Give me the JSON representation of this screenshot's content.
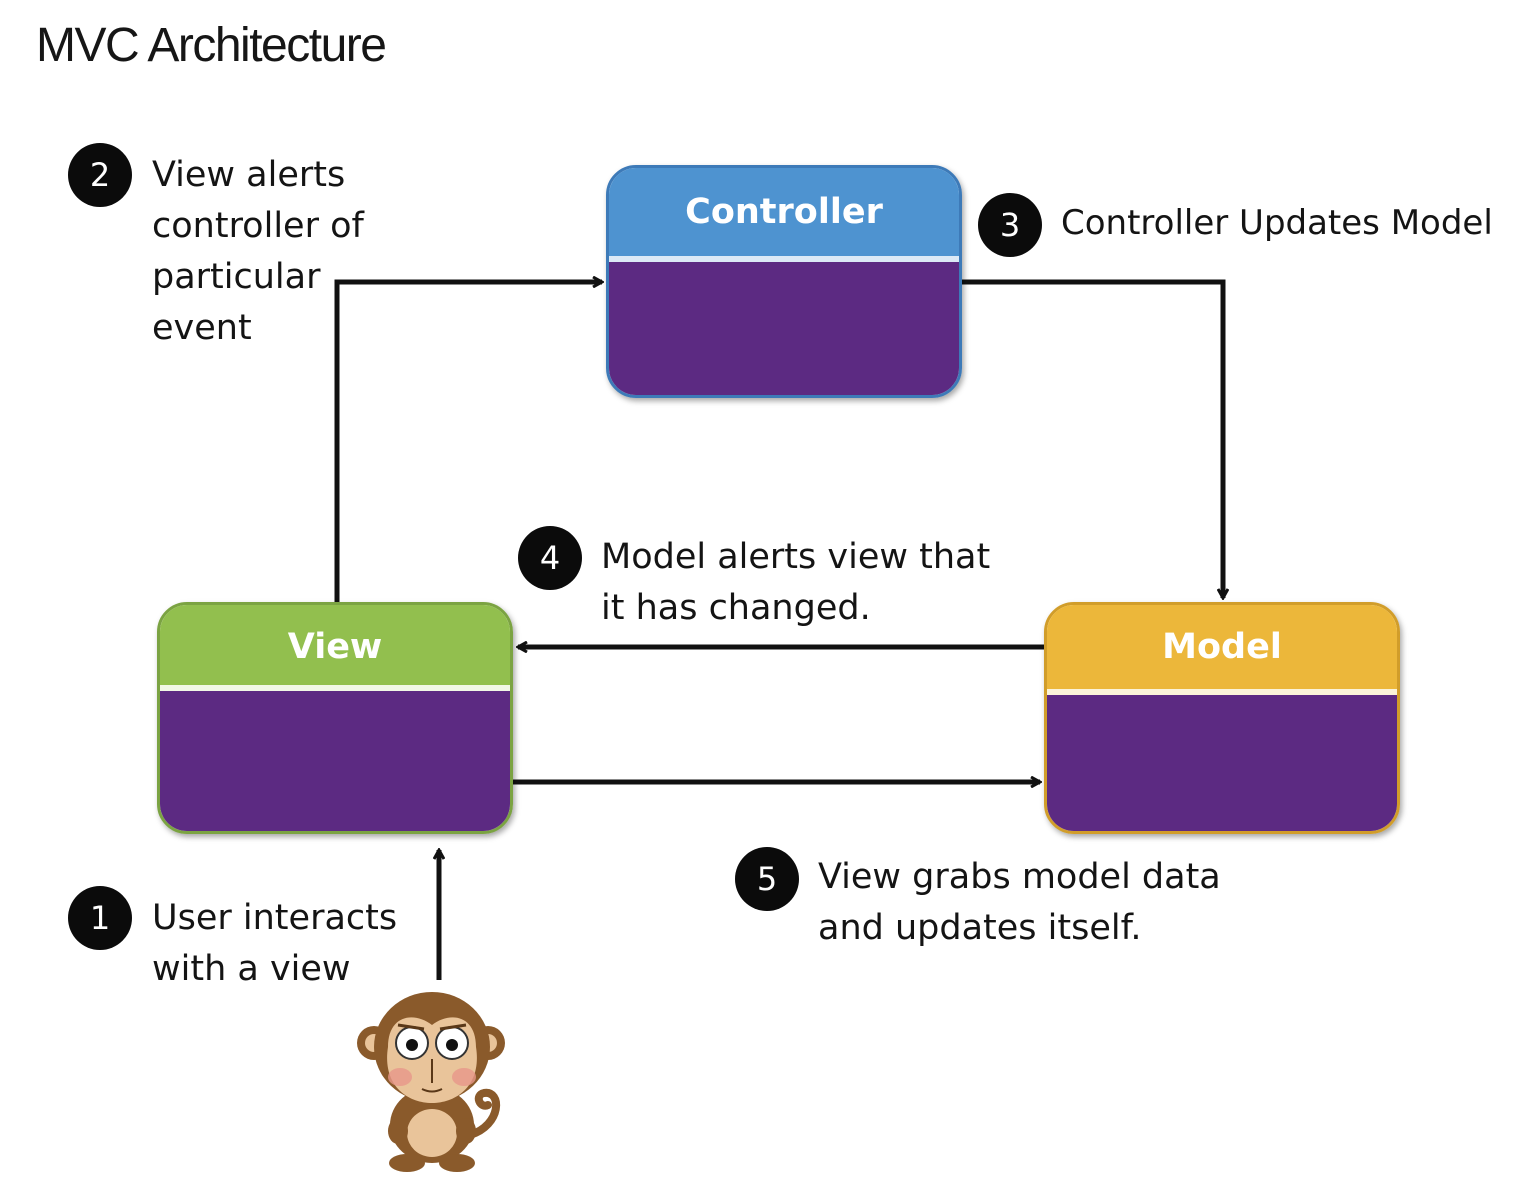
{
  "page": {
    "title": "MVC Architecture"
  },
  "boxes": {
    "controller": {
      "label": "Controller"
    },
    "view": {
      "label": "View"
    },
    "model": {
      "label": "Model"
    }
  },
  "steps": [
    {
      "number": "1",
      "lines": [
        "User interacts",
        "with a view"
      ]
    },
    {
      "number": "2",
      "lines": [
        "View alerts",
        "controller of",
        "particular",
        "event"
      ]
    },
    {
      "number": "3",
      "lines": [
        "Controller Updates Model"
      ]
    },
    {
      "number": "4",
      "lines": [
        "Model alerts view that",
        "it has changed."
      ]
    },
    {
      "number": "5",
      "lines": [
        "View grabs model data",
        "and updates itself."
      ]
    }
  ],
  "colors": {
    "controller_header": "#4e93d0",
    "view_header": "#92bf4e",
    "model_header": "#ecb73a",
    "box_body": "#5c2a82",
    "badge": "#0b0b0b"
  },
  "icons": {
    "user": "monkey-icon"
  }
}
